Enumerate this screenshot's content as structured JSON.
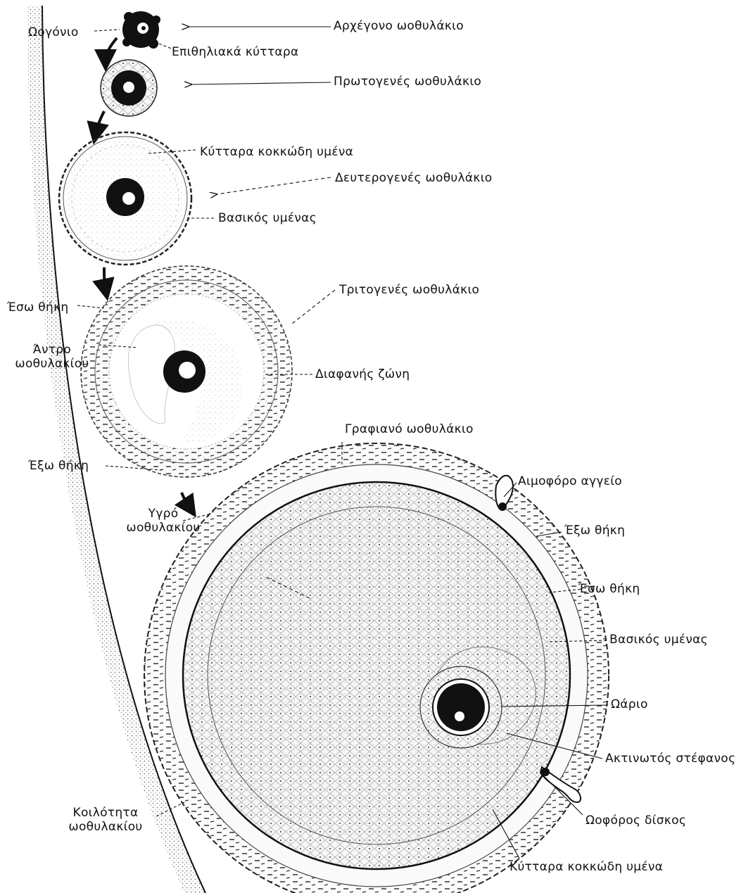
{
  "colors": {
    "ink": "#111111",
    "stipple": "#8a8a8a",
    "cell_fill": "#f3f3f3",
    "background": "#ffffff"
  },
  "stages": {
    "primordial": {
      "oogonium": "Ωογόνιο",
      "epithelial_cells": "Επιθηλιακά κύτταρα",
      "title": "Αρχέγονο ωοθυλάκιο"
    },
    "primary": {
      "title": "Πρωτογενές ωοθυλάκιο"
    },
    "secondary": {
      "granulosa_cells": "Κύτταρα κοκκώδη υμένα",
      "title": "Δευτερογενές ωοθυλάκιο",
      "basal_membrane": "Βασικός υμένας"
    },
    "tertiary": {
      "title": "Τριτογενές ωοθυλάκιο",
      "theca_interna": "Έσω θήκη",
      "antrum_line1": "Άντρο",
      "antrum_line2": "ωοθυλακίου",
      "zona_pellucida": "Διαφανής ζώνη",
      "theca_externa": "Έξω θήκη"
    },
    "graafian": {
      "title": "Γραφιανό ωοθυλάκιο",
      "fluid_line1": "Υγρό",
      "fluid_line2": "ωοθυλακίου",
      "blood_vessel": "Αιμοφόρο αγγείο",
      "theca_externa": "Έξω θήκη",
      "theca_interna": "Έσω θήκη",
      "basal_membrane": "Βασικός υμένας",
      "oocyte": "Ωάριο",
      "corona_radiata": "Ακτινωτός στέφανος",
      "cumulus_oophorus": "Ωοφόρος δίσκος",
      "granulosa_cells": "Κύτταρα κοκκώδη υμένα",
      "cavity_line1": "Κοιλότητα",
      "cavity_line2": "ωοθυλακίου"
    }
  }
}
